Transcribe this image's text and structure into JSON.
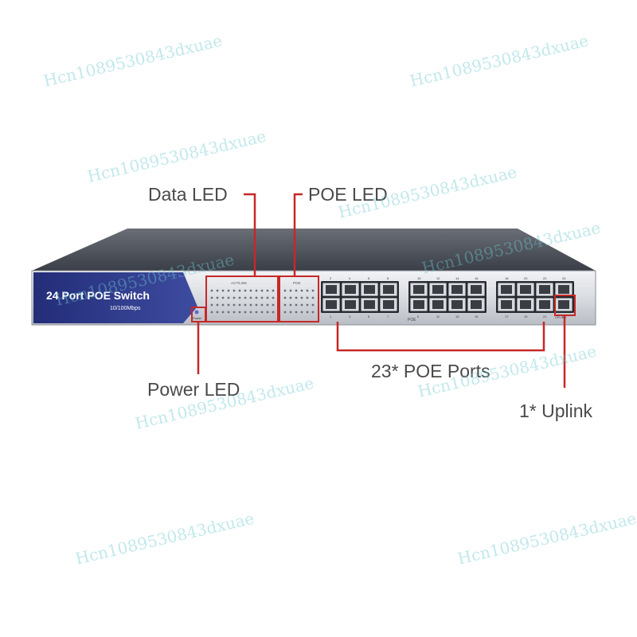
{
  "device": {
    "brand_title": "24 Port POE Switch",
    "brand_subtitle": "10/100Mbps",
    "act_link_label": "ACT/LINK",
    "poe_panel_label": "POE",
    "poe_group_label": "POE",
    "uplink_label": "UPLINK",
    "power_label": "Power",
    "port_numbers_top": [
      "2",
      "4",
      "6",
      "8",
      "10",
      "12",
      "14",
      "16",
      "18",
      "20",
      "22",
      "24"
    ],
    "port_numbers_bottom": [
      "1",
      "3",
      "5",
      "7",
      "9",
      "11",
      "13",
      "15",
      "17",
      "19",
      "21",
      "23"
    ]
  },
  "callouts": {
    "data_led": "Data LED",
    "poe_led": "POE LED",
    "power_led": "Power LED",
    "poe_ports": "23* POE Ports",
    "uplink": "1* Uplink"
  },
  "colors": {
    "callout_line": "#c62828",
    "brand_panel": "#2e3a87",
    "chassis_top": "#4a4f58",
    "front_panel": "#dcdfe4"
  },
  "watermark": "Hcn1089530843dxuae"
}
